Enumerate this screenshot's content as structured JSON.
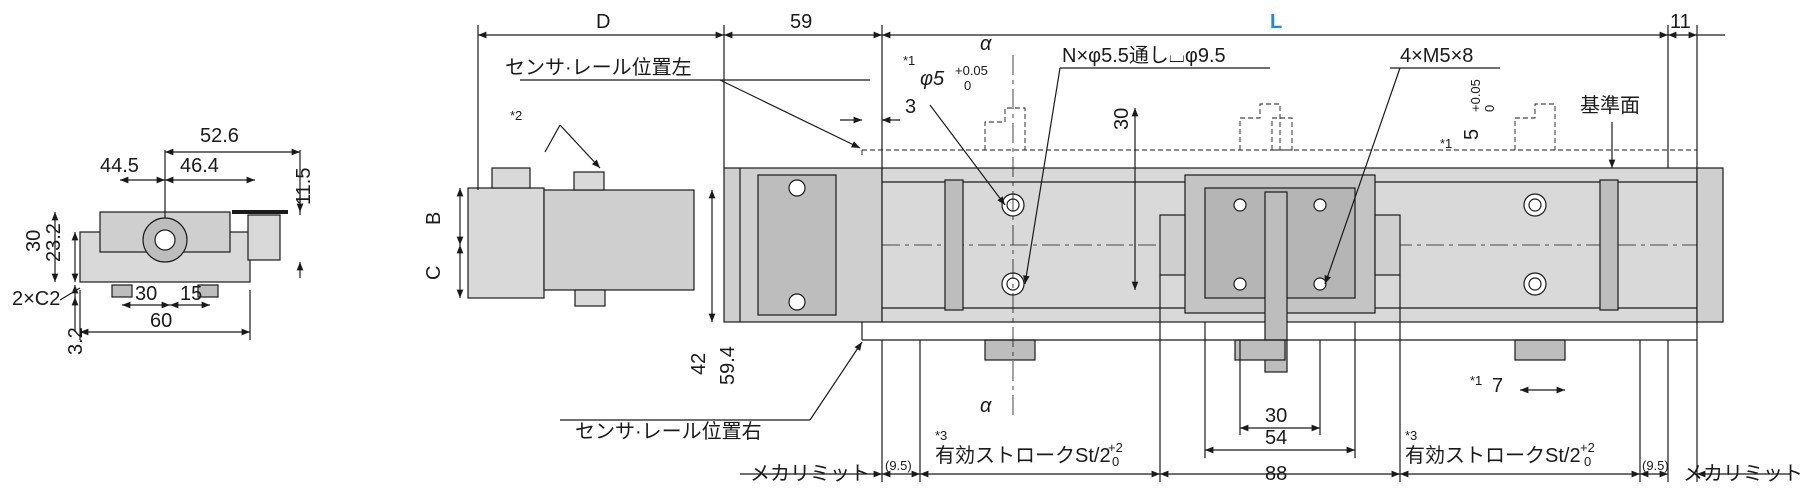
{
  "colors": {
    "line": "#1a1a1a",
    "part": "#d9d9d9",
    "part_dark": "#9a9a9a",
    "highlight": "#1e88e5"
  },
  "end_view": {
    "dims": {
      "w52_6": "52.6",
      "w44_5": "44.5",
      "w46_4": "46.4",
      "h11_5": "11.5",
      "h30": "30",
      "h23_2": "23.2",
      "chamfer": "2×C2",
      "h3_2": "3.2",
      "w30": "30",
      "w15": "15",
      "w60": "60"
    }
  },
  "side_view": {
    "dims": {
      "D": "D",
      "d59": "59",
      "L": "L",
      "d11": "11",
      "d3": "3",
      "B": "B",
      "C": "C",
      "d42": "42",
      "d59_4": "59.4",
      "d30_v": "30",
      "alpha_top": "α",
      "alpha_bottom": "α",
      "d30_h": "30",
      "d54": "54",
      "d88": "88",
      "d9_5_left": "(9.5)",
      "d9_5_right": "(9.5)"
    },
    "labels": {
      "sensor_rail_left": "センサ·レール位置左",
      "sensor_rail_right": "センサ·レール位置右",
      "note2": "*2",
      "phi5_note": "*1",
      "phi5": "φ5",
      "phi5_tol_upper": "+0.05",
      "phi5_tol_lower": "0",
      "through_hole": "N×φ5.5通し⌴φ9.5",
      "tap": "4×M5×8",
      "ref_surface": "基準面",
      "slot_note": "*1",
      "slot": "5",
      "slot_tol_upper": "+0.05",
      "slot_tol_lower": "0",
      "depth_note": "*1",
      "depth": "7",
      "mech_limit_left": "メカリミット",
      "mech_limit_right": "メカリミット",
      "stroke_note_left": "*3",
      "stroke_left": "有効ストロークSt/2",
      "stroke_tol_upper_left": "+2",
      "stroke_tol_lower_left": "0",
      "stroke_note_right": "*3",
      "stroke_right": "有効ストロークSt/2",
      "stroke_tol_upper_right": "+2",
      "stroke_tol_lower_right": "0"
    }
  }
}
